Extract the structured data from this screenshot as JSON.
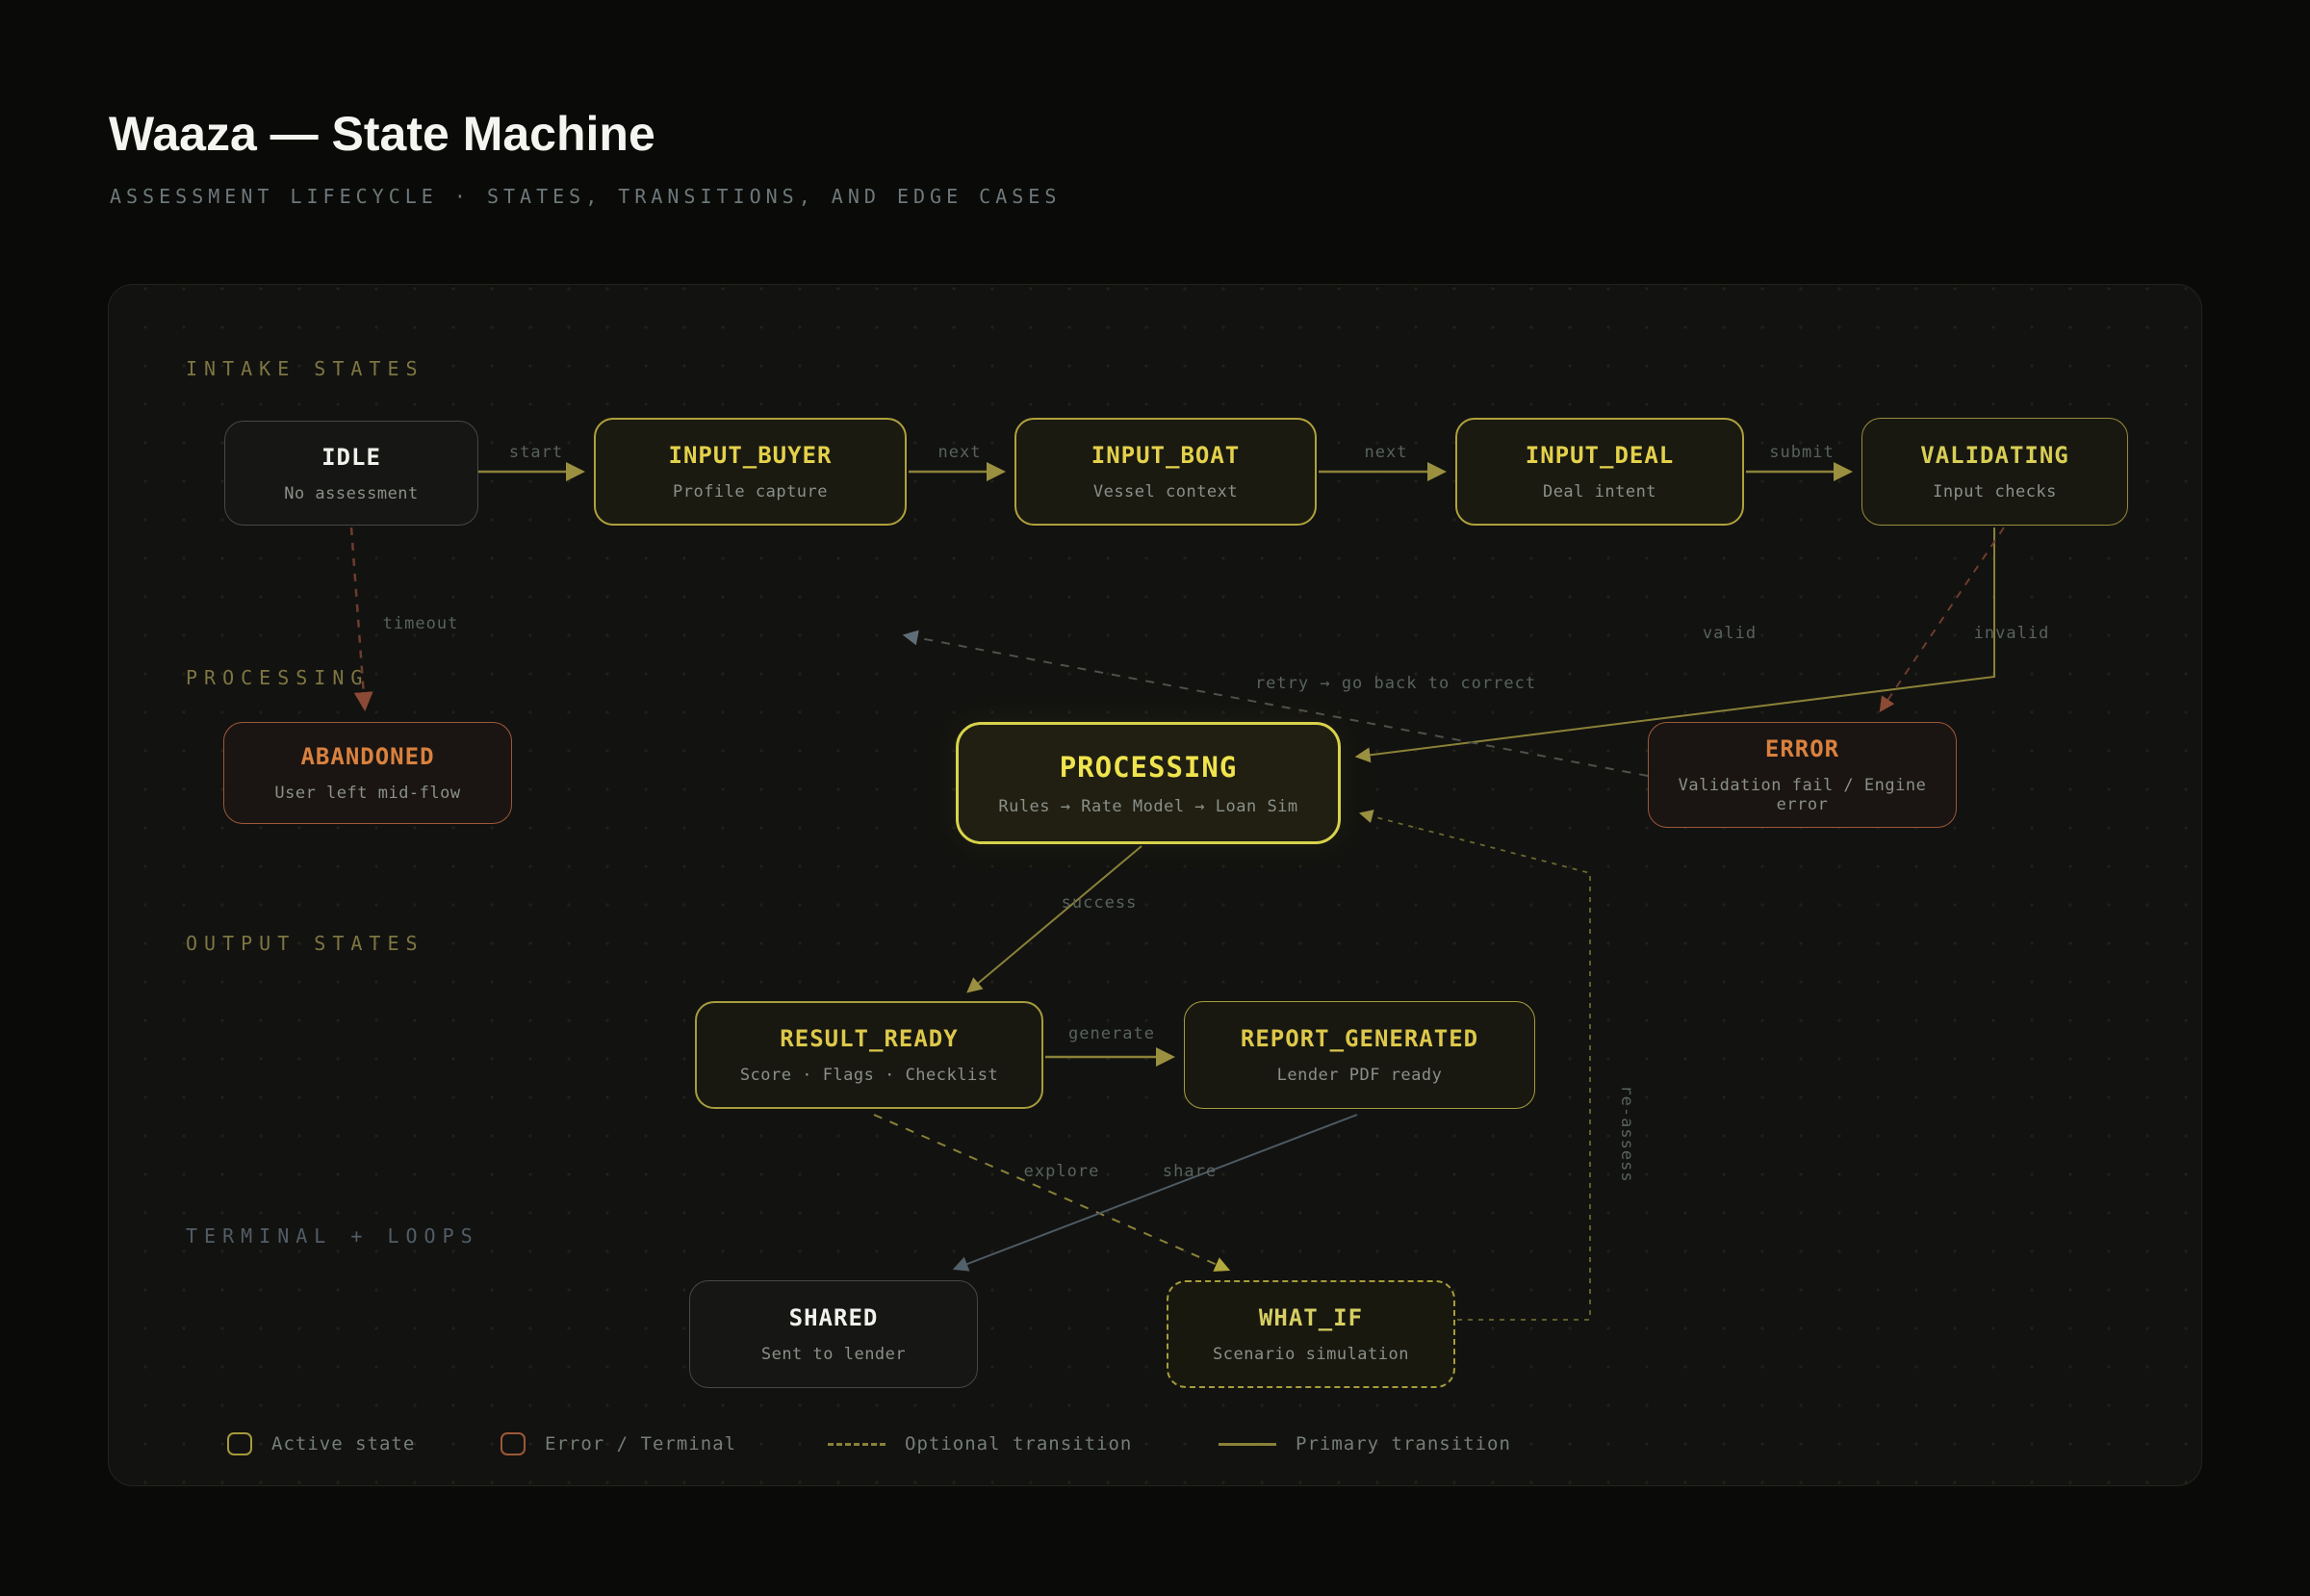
{
  "header": {
    "title": "Waaza — State Machine",
    "subtitle": "ASSESSMENT LIFECYCLE · STATES, TRANSITIONS, AND EDGE CASES"
  },
  "sections": {
    "intake": "INTAKE STATES",
    "processing": "PROCESSING",
    "output": "OUTPUT STATES",
    "terminal": "TERMINAL + LOOPS"
  },
  "states": {
    "idle": {
      "title": "IDLE",
      "subtitle": "No assessment"
    },
    "input_buyer": {
      "title": "INPUT_BUYER",
      "subtitle": "Profile capture"
    },
    "input_boat": {
      "title": "INPUT_BOAT",
      "subtitle": "Vessel context"
    },
    "input_deal": {
      "title": "INPUT_DEAL",
      "subtitle": "Deal intent"
    },
    "validating": {
      "title": "VALIDATING",
      "subtitle": "Input checks"
    },
    "abandoned": {
      "title": "ABANDONED",
      "subtitle": "User left mid-flow"
    },
    "processing": {
      "title": "PROCESSING",
      "subtitle": "Rules → Rate Model → Loan Sim"
    },
    "error": {
      "title": "ERROR",
      "subtitle": "Validation fail / Engine error"
    },
    "result_ready": {
      "title": "RESULT_READY",
      "subtitle": "Score · Flags · Checklist"
    },
    "report_generated": {
      "title": "REPORT_GENERATED",
      "subtitle": "Lender PDF ready"
    },
    "shared": {
      "title": "SHARED",
      "subtitle": "Sent to lender"
    },
    "what_if": {
      "title": "WHAT_IF",
      "subtitle": "Scenario simulation"
    }
  },
  "transitions": {
    "start": "start",
    "next_buyer_boat": "next",
    "next_boat_deal": "next",
    "submit": "submit",
    "timeout": "timeout",
    "valid": "valid",
    "invalid": "invalid",
    "retry": "retry → go back to correct",
    "success": "success",
    "generate": "generate",
    "explore": "explore",
    "share": "share",
    "reassess": "re-assess"
  },
  "legend": {
    "active": "Active state",
    "error": "Error / Terminal",
    "optional": "Optional transition",
    "primary": "Primary transition"
  },
  "colors": {
    "background": "#0a0a09",
    "panel": "#121210",
    "accent_yellow": "#e4d14b",
    "bright_yellow": "#f0e44e",
    "primary_line_olive": "#8a8138",
    "error_orange_text": "#d9813f",
    "error_border": "#9d5838",
    "error_line": "#6e3c2f",
    "neutral_border": "#45484a",
    "subtitle_gray": "#8a9089",
    "edge_label_gray": "#58625e",
    "section_olive": "#7e7642",
    "section_gray": "#525d66",
    "share_line_slate": "#4e5a63"
  }
}
